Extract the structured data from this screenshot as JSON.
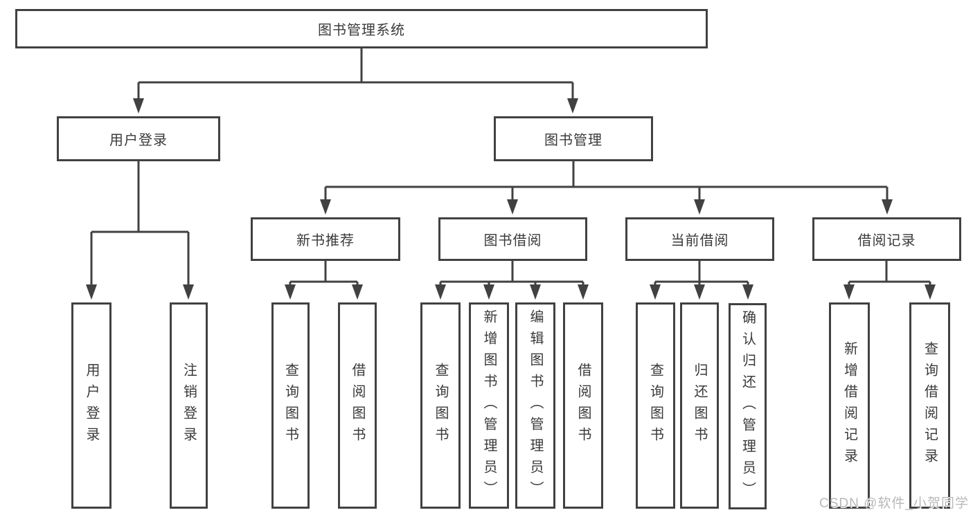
{
  "colors": {
    "line": "#414141",
    "text": "#3a3a3a",
    "box_fill": "#ffffff",
    "watermark": "#b8b8b8",
    "background": "#ffffff"
  },
  "tree": {
    "root": {
      "label": "图书管理系统"
    },
    "level2": [
      {
        "id": "user-login",
        "label": "用户登录"
      },
      {
        "id": "book-management",
        "label": "图书管理"
      }
    ],
    "level3": [
      {
        "id": "new-book-recommend",
        "parent": "book-management",
        "label": "新书推荐"
      },
      {
        "id": "book-borrow",
        "parent": "book-management",
        "label": "图书借阅"
      },
      {
        "id": "current-borrow",
        "parent": "book-management",
        "label": "当前借阅"
      },
      {
        "id": "borrow-records",
        "parent": "book-management",
        "label": "借阅记录"
      }
    ],
    "level4": [
      {
        "parent": "user-login",
        "label": "用户登录"
      },
      {
        "parent": "user-login",
        "label": "注销登录"
      },
      {
        "parent": "new-book-recommend",
        "label": "查询图书"
      },
      {
        "parent": "new-book-recommend",
        "label": "借阅图书"
      },
      {
        "parent": "book-borrow",
        "label": "查询图书"
      },
      {
        "parent": "book-borrow",
        "label": "新增图书（管理员）"
      },
      {
        "parent": "book-borrow",
        "label": "编辑图书（管理员）"
      },
      {
        "parent": "book-borrow",
        "label": "借阅图书"
      },
      {
        "parent": "current-borrow",
        "label": "查询图书"
      },
      {
        "parent": "current-borrow",
        "label": "归还图书"
      },
      {
        "parent": "current-borrow",
        "label": "确认归还（管理员）"
      },
      {
        "parent": "borrow-records",
        "label": "新增借阅记录"
      },
      {
        "parent": "borrow-records",
        "label": "查询借阅记录"
      }
    ]
  },
  "watermark": {
    "text": "CSDN @软件_小贺同学"
  }
}
